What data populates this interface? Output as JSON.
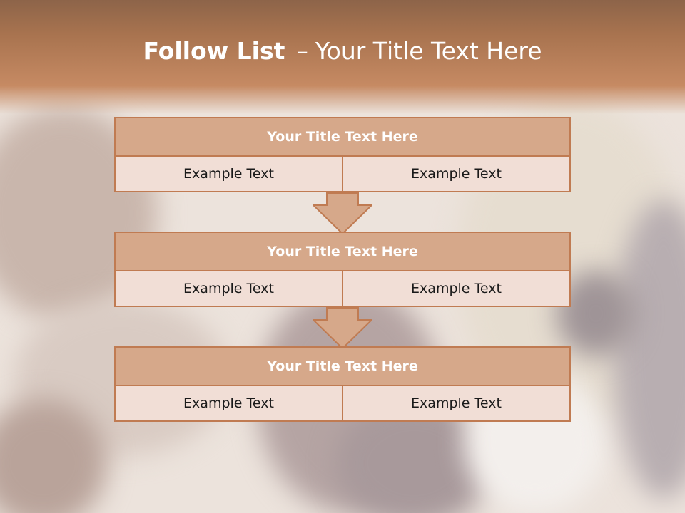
{
  "slide": {
    "title_bold": "Follow List",
    "title_dash": "–",
    "title_rest": "Your Title Text Here"
  },
  "blocks": [
    {
      "title": "Your Title Text Here",
      "left": "Example Text",
      "right": "Example Text"
    },
    {
      "title": "Your Title Text Here",
      "left": "Example Text",
      "right": "Example Text"
    },
    {
      "title": "Your Title Text Here",
      "left": "Example Text",
      "right": "Example Text"
    }
  ],
  "colors": {
    "accent": "#c07b52",
    "header_fill": "#d6a88a",
    "cell_fill": "#f1ded6",
    "band": "#a8734f"
  },
  "icons": [
    "down-arrow-icon",
    "down-arrow-icon"
  ]
}
